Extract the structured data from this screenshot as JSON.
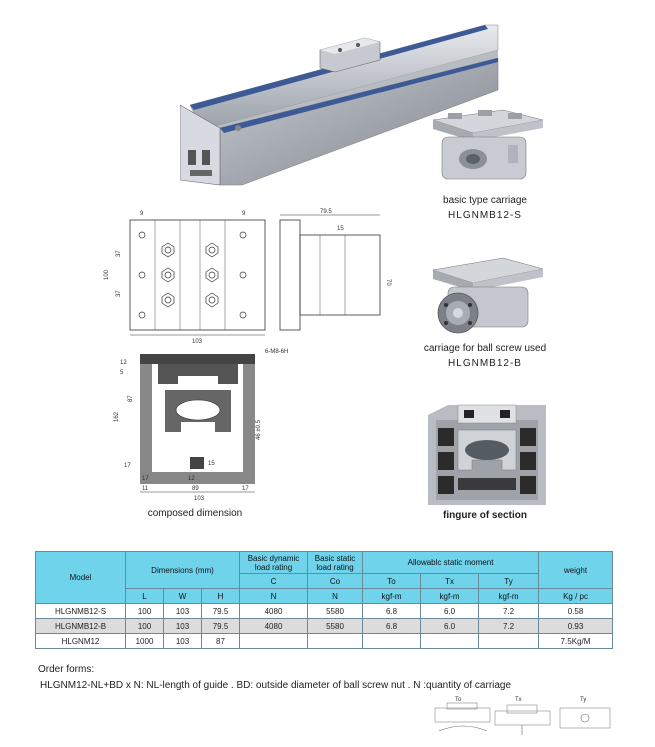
{
  "captions": {
    "basic_type_line1": "basic type carriage",
    "basic_type_line2": "HLGNMB12-S",
    "ball_screw_line1": "carriage for ball screw used",
    "ball_screw_line2": "HLGNMB12-B",
    "composed": "composed dimension",
    "section": "fingure of section"
  },
  "top_drawing": {
    "w_top": "9",
    "w_top_r": "9",
    "h1": "37",
    "h2": "37",
    "h_total": "100",
    "base": "103",
    "thread": "6-M8-6H"
  },
  "side_drawing": {
    "len": "79.5",
    "inner": "15",
    "h": "70"
  },
  "section_drawing": {
    "top": "12",
    "left_off": "5",
    "h_total": "162",
    "h_inner": "87",
    "bore": "46 ±0.5",
    "slot": "15",
    "b1": "17",
    "b2": "11",
    "b3": "12",
    "b4": "89",
    "b5": "17",
    "base": "103",
    "left_low": "17"
  },
  "table": {
    "h_model": "Model",
    "h_dims": "Dimensions (mm)",
    "h_dyn": "Basic dynamic load rating",
    "h_stat": "Basic static load rating",
    "h_moment": "Allowablc static moment",
    "h_weight": "weight",
    "h_L": "L",
    "h_W": "W",
    "h_H": "H",
    "h_C": "C",
    "h_C_unit": "N",
    "h_Co": "Co",
    "h_Co_unit": "N",
    "h_To": "To",
    "h_Tx": "Tx",
    "h_Ty": "Ty",
    "h_To_u": "kgf-m",
    "h_Tx_u": "kgf-m",
    "h_Ty_u": "kgf-m",
    "h_weight_u": "Kg / pc",
    "rows": [
      {
        "model": "HLGNMB12-S",
        "L": "100",
        "W": "103",
        "H": "79.5",
        "C": "4080",
        "Co": "5580",
        "To": "6.8",
        "Tx": "6.0",
        "Ty": "7.2",
        "weight": "0.58"
      },
      {
        "model": "HLGNMB12-B",
        "L": "100",
        "W": "103",
        "H": "79.5",
        "C": "4080",
        "Co": "5580",
        "To": "6.8",
        "Tx": "6.0",
        "Ty": "7.2",
        "weight": "0.93"
      },
      {
        "model": "HLGNM12",
        "L": "1000",
        "W": "103",
        "H": "87",
        "C": "",
        "Co": "",
        "To": "",
        "Tx": "",
        "Ty": "",
        "weight": "7.5Kg/M"
      }
    ]
  },
  "order": {
    "title": "Order forms:",
    "text": "HLGNM12-NL+BD x N: NL-length of guide . BD: outside diameter of ball screw nut . N :quantity of carriage"
  },
  "moment_icons": {
    "to": "To",
    "tx": "Tx",
    "ty": "Ty"
  }
}
